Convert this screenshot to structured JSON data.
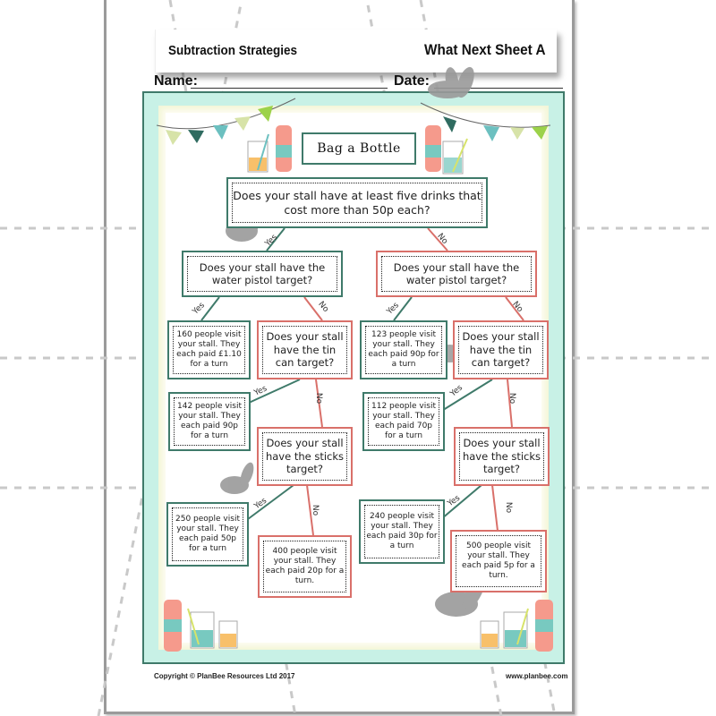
{
  "header": {
    "topic": "Subtraction Strategies",
    "sheet": "What Next Sheet A",
    "name_label": "Name:",
    "date_label": "Date:"
  },
  "worksheet": {
    "title": "Bag a Bottle",
    "root_question": "Does your stall have at least five drinks that cost more than 50p each?",
    "branch_labels": {
      "yes": "Yes",
      "no": "No"
    },
    "left": {
      "question": "Does your stall have the water pistol target?",
      "yes_answer": "160 people visit your stall. They each paid £1.10 for a turn",
      "no_question": "Does your stall have the tin can target?",
      "tin_yes_answer": "142 people visit your stall. They each paid 90p for a turn",
      "tin_no_question": "Does your stall have the sticks target?",
      "sticks_yes_answer": "250 people visit your stall. They each paid 50p for a turn",
      "sticks_no_answer": "400 people visit your stall. They each paid 20p for a turn."
    },
    "right": {
      "question": "Does your stall have the water pistol target?",
      "yes_answer": "123 people visit your stall. They each paid 90p for a turn",
      "no_question": "Does your stall have the tin can target?",
      "tin_yes_answer": "112 people visit your stall. They each paid 70p for a turn",
      "tin_no_question": "Does your stall have the sticks target?",
      "sticks_yes_answer": "240 people visit your stall. They each paid 30p for a turn",
      "sticks_no_answer": "500 people visit your stall. They each paid 5p for a turn."
    }
  },
  "footer": {
    "copyright": "Copyright © PlanBee Resources Ltd 2017",
    "website": "www.planbee.com"
  },
  "colors": {
    "yes_branch": "#3f7a6a",
    "no_branch": "#d9706a",
    "frame_bg": "#c8f1e6"
  }
}
